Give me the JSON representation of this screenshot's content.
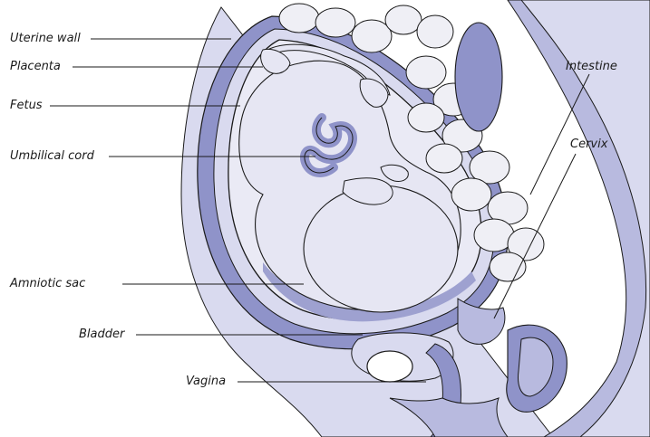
{
  "labels": {
    "uterine_wall": "Uterine wall",
    "placenta": "Placenta",
    "fetus": "Fetus",
    "umbilical_cord": "Umbilical cord",
    "amniotic_sac": "Amniotic sac",
    "bladder": "Bladder",
    "vagina": "Vagina",
    "intestine": "Intestine",
    "cervix": "Cervix"
  },
  "colors": {
    "tissue_dark": "#8f93c9",
    "tissue_mid": "#b8badf",
    "tissue_light": "#d9daef",
    "fetus_fill": "#e6e6f3",
    "intestine_fill": "#efeff5",
    "outline": "#1a1a1a"
  }
}
